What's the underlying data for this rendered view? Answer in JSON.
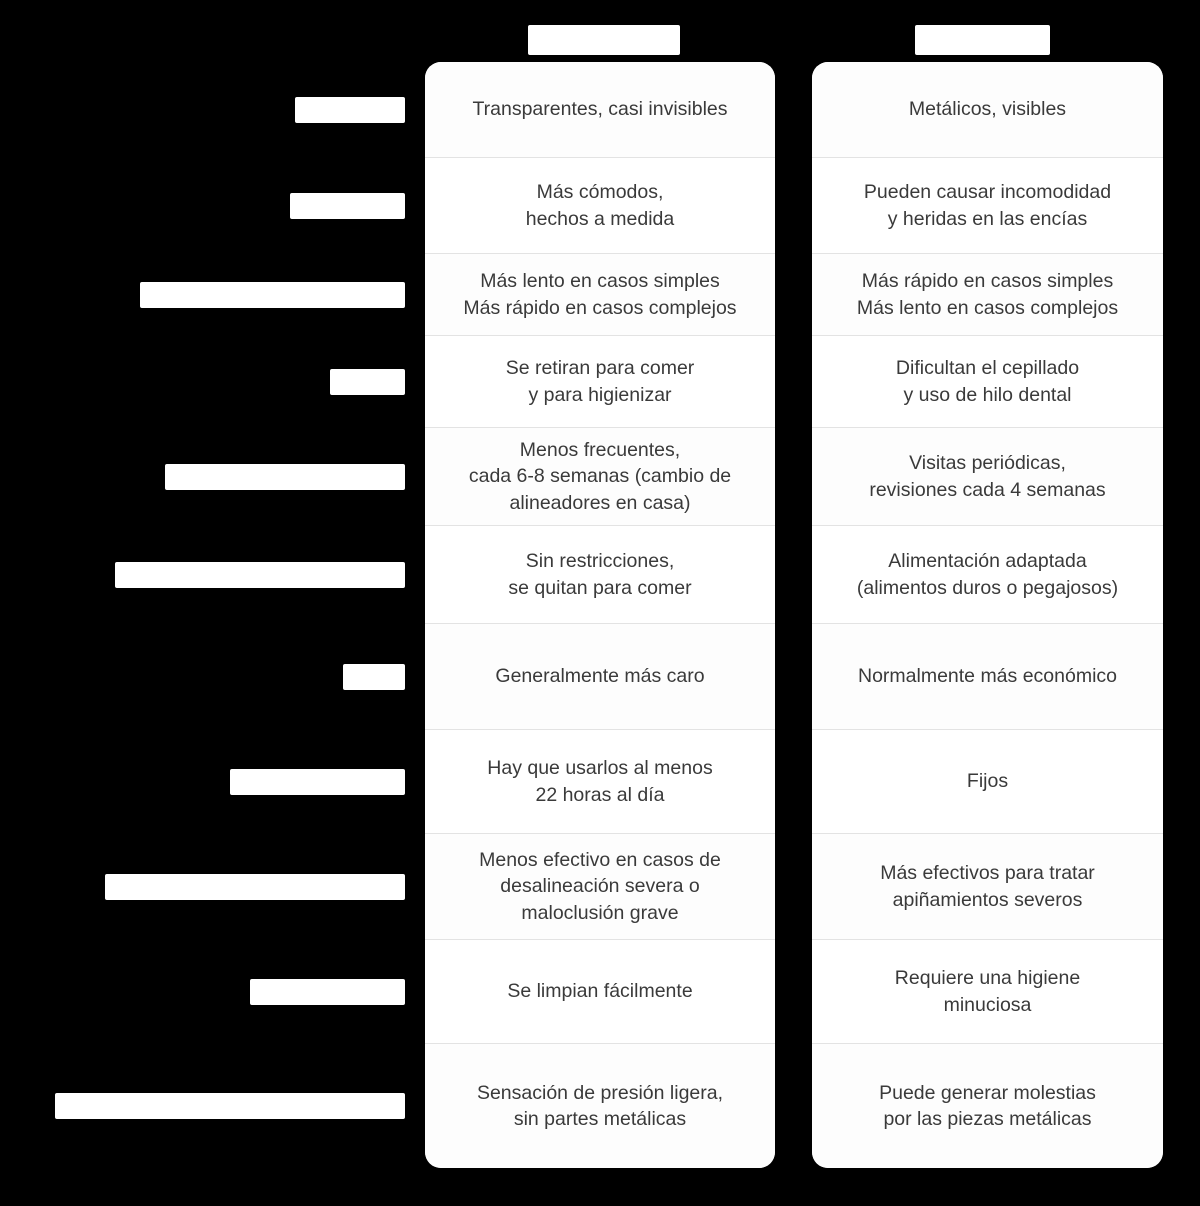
{
  "background_color": "#000000",
  "card_color": "#ffffff",
  "text_color": "#3a3a3a",
  "divider_color": "#e3e3e3",
  "redaction_color": "#ffffff",
  "header": {
    "label_column": "",
    "columns": [
      {
        "id": "aligners",
        "label": "",
        "redacted": true,
        "block_width": 152
      },
      {
        "id": "braces",
        "label": "",
        "redacted": true,
        "block_width": 135
      }
    ]
  },
  "rows": [
    {
      "label": "",
      "label_redacted": true,
      "label_block_width": 110,
      "aligners": "Transparentes, casi invisibles",
      "braces": "Metálicos, visibles"
    },
    {
      "label": "",
      "label_redacted": true,
      "label_block_width": 115,
      "aligners": "Más cómodos,\nhechos a medida",
      "braces": "Pueden causar incomodidad\ny heridas en las encías"
    },
    {
      "label": "",
      "label_redacted": true,
      "label_block_width": 265,
      "aligners": "Más lento en casos simples\nMás rápido en casos complejos",
      "braces": "Más rápido en casos simples\nMás lento en casos complejos"
    },
    {
      "label": "",
      "label_redacted": true,
      "label_block_width": 75,
      "aligners": "Se retiran para comer\ny para higienizar",
      "braces": "Dificultan el cepillado\ny uso de hilo dental"
    },
    {
      "label": "",
      "label_redacted": true,
      "label_block_width": 240,
      "aligners": "Menos frecuentes,\ncada 6-8 semanas (cambio de\nalineadores en casa)",
      "braces": "Visitas periódicas,\nrevisiones cada 4 semanas"
    },
    {
      "label": "",
      "label_redacted": true,
      "label_block_width": 290,
      "aligners": "Sin restricciones,\nse quitan para comer",
      "braces": "Alimentación adaptada\n(alimentos duros o pegajosos)"
    },
    {
      "label": "",
      "label_redacted": true,
      "label_block_width": 62,
      "aligners": "Generalmente más caro",
      "braces": "Normalmente más económico"
    },
    {
      "label": "",
      "label_redacted": true,
      "label_block_width": 175,
      "aligners": "Hay que usarlos al menos\n22 horas al día",
      "braces": "Fijos"
    },
    {
      "label": "",
      "label_redacted": true,
      "label_block_width": 300,
      "aligners": "Menos efectivo en casos de\ndesalineación severa o\nmaloclusión grave",
      "braces": "Más efectivos para tratar\napiñamientos severos"
    },
    {
      "label": "",
      "label_redacted": true,
      "label_block_width": 155,
      "aligners": "Se limpian fácilmente",
      "braces": "Requiere una higiene\nminuciosa"
    },
    {
      "label": "",
      "label_redacted": true,
      "label_block_width": 350,
      "aligners": "Sensación de presión ligera,\nsin partes metálicas",
      "braces": "Puede generar molestias\npor las piezas metálicas"
    }
  ]
}
